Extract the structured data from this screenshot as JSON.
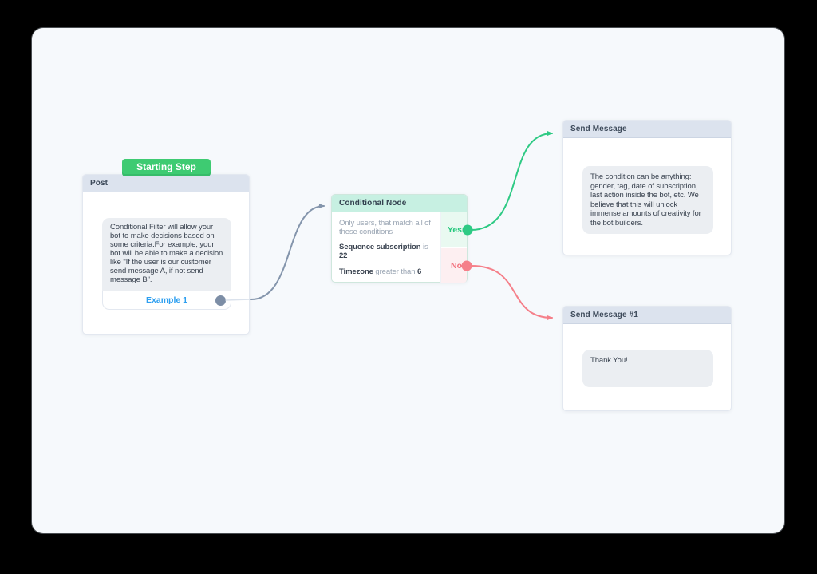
{
  "colors": {
    "canvas_bg": "#f6f9fc",
    "node_header_bg": "#dce3ee",
    "conditional_header_bg": "#c7f0e2",
    "badge_green": "#3ecb72",
    "edge_gray": "#8495ac",
    "edge_gray_light": "#dbe2ec",
    "edge_green": "#2eca84",
    "edge_red": "#f5808a",
    "yes_bg": "#e9f9f1",
    "no_bg": "#fdeff1",
    "yes_text": "#25c87d",
    "no_text": "#f2737f",
    "example_blue": "#2e9ff0",
    "dot_gray": "#7d8ea6"
  },
  "nodes": {
    "post": {
      "badge": "Starting Step",
      "title": "Post",
      "message": "Conditional Filter will allow your bot to make decisions based on some criteria.For example, your bot will be able to make a decision like \"If the user is our customer send message A, if not send message B\".",
      "button_label": "Example 1"
    },
    "conditional": {
      "title": "Conditional Node",
      "description": "Only users, that match all of these conditions",
      "conditions": [
        {
          "field": "Sequence subscription",
          "operator": "is",
          "value": "22"
        },
        {
          "field": "Timezone",
          "operator": "greater than",
          "value": "6"
        }
      ],
      "yes_label": "Yes",
      "no_label": "No"
    },
    "send_message": {
      "title": "Send Message",
      "message": "The condition can be anything: gender, tag, date of subscription, last action inside the bot, etc. We believe that this will unlock immense amounts of creativity for the bot builders."
    },
    "send_message_1": {
      "title": "Send Message #1",
      "message": "Thank You!"
    }
  }
}
